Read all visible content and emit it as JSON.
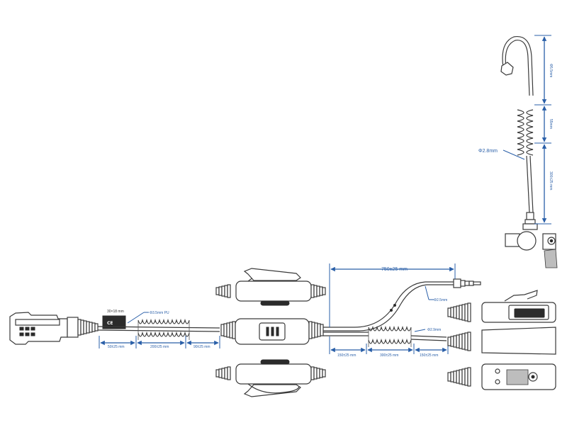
{
  "colors": {
    "dimension": "#2a5fa8",
    "line": "#3a3a3a",
    "dark_part": "#2b2b2b"
  },
  "labels": {
    "connector_dims": "30×18 mm",
    "cable_spec": "Φ3.5mm PU",
    "ce_mark": "CE",
    "seg_1": "50±25 mm",
    "seg_2": "200±25 mm",
    "seg_3": "90±25 mm",
    "top_length": "750±25 mm",
    "cable_top": "Φ2.5mm",
    "cable_bottom": "Φ2.9mm",
    "seg_4": "150±25 mm",
    "seg_5": "300±25 mm",
    "seg_6": "150±25 mm",
    "earpiece_tube": "Φ2.8mm",
    "vert_1": "Φ5.5mm",
    "vert_2": "55mm",
    "vert_3": "300±25 mm"
  }
}
